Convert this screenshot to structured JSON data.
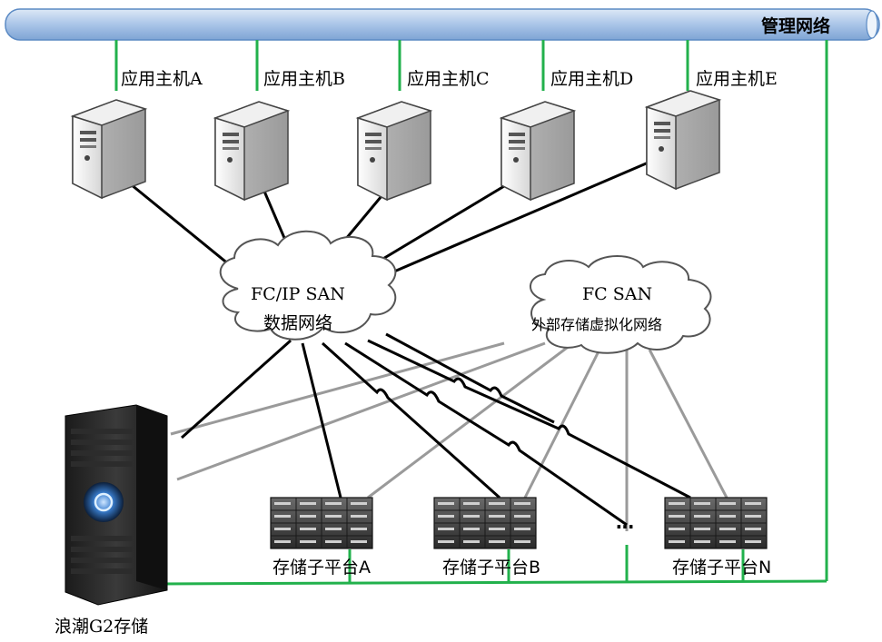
{
  "network": {
    "management_label": "管理网络"
  },
  "hosts": [
    {
      "label": "应用主机A"
    },
    {
      "label": "应用主机B"
    },
    {
      "label": "应用主机C"
    },
    {
      "label": "应用主机D"
    },
    {
      "label": "应用主机E"
    }
  ],
  "clouds": {
    "data_san": {
      "line1": "FC/IP SAN",
      "line2": "数据网络"
    },
    "external_san": {
      "line1": "FC SAN",
      "line2": "外部存储虚拟化网络"
    }
  },
  "storage": {
    "main_label": "浪潮G2存储",
    "subplatforms": [
      {
        "label": "存储子平台A"
      },
      {
        "label": "存储子平台B"
      },
      {
        "label": "存储子平台N"
      }
    ],
    "ellipsis": "…"
  },
  "colors": {
    "green": "#22b14c",
    "black": "#000000",
    "gray": "#909090",
    "bus_fill": "#a8c4e6",
    "bus_stroke": "#4f81bd"
  }
}
